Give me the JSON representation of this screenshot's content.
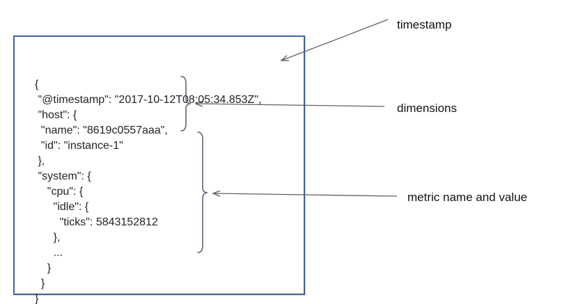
{
  "document": {
    "code": "{\n \"@timestamp\": \"2017-10-12T08:05:34.853Z\",\n \"host\": {\n  \"name\": \"8619c0557aaa\",\n  \"id\": \"instance-1\"\n },\n \"system\": {\n    \"cpu\": {\n      \"idle\": {\n        \"ticks\": 5843152812\n      },\n      ...\n    }\n  }\n}",
    "fields": {
      "timestamp": "2017-10-12T08:05:34.853Z",
      "host_name": "8619c0557aaa",
      "host_id": "instance-1",
      "metric_name": "system.cpu.idle.ticks",
      "metric_value": "5843152812"
    }
  },
  "annotations": {
    "timestamp": {
      "label": "timestamp"
    },
    "dimensions": {
      "label": "dimensions"
    },
    "metric": {
      "label": "metric name and value"
    }
  },
  "colors": {
    "box_border": "#41639c",
    "code_text": "#232323",
    "label_text": "#111111",
    "arrow_line": "#5a626e",
    "brace": "#5b6578"
  }
}
